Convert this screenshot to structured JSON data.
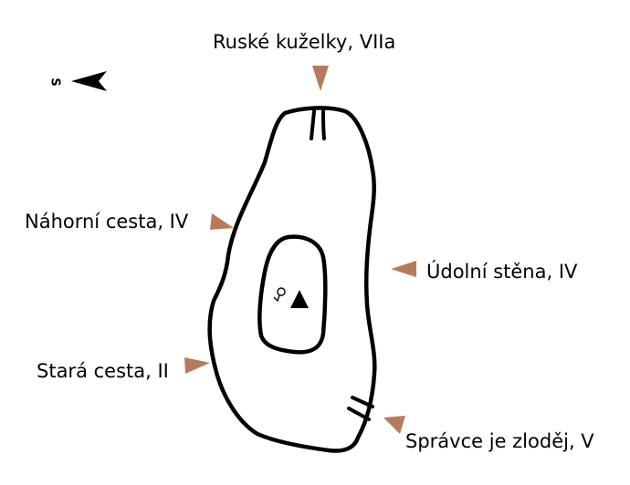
{
  "compass": {
    "letter": "S"
  },
  "routes": [
    {
      "name": "Ruské kuželky, VIIa"
    },
    {
      "name": "Náhorní cesta, IV"
    },
    {
      "name": "Údolní stěna, IV"
    },
    {
      "name": "Stará cesta, II"
    },
    {
      "name": "Správce je zloděj, V"
    }
  ],
  "colors": {
    "route_marker": "#B77B5B",
    "outline": "#000000",
    "background": "#FFFFFF"
  },
  "icons": {
    "summit": "summit-triangle-icon",
    "summit_register": "summit-register-icon",
    "north_arrow": "compass-arrow-icon"
  }
}
